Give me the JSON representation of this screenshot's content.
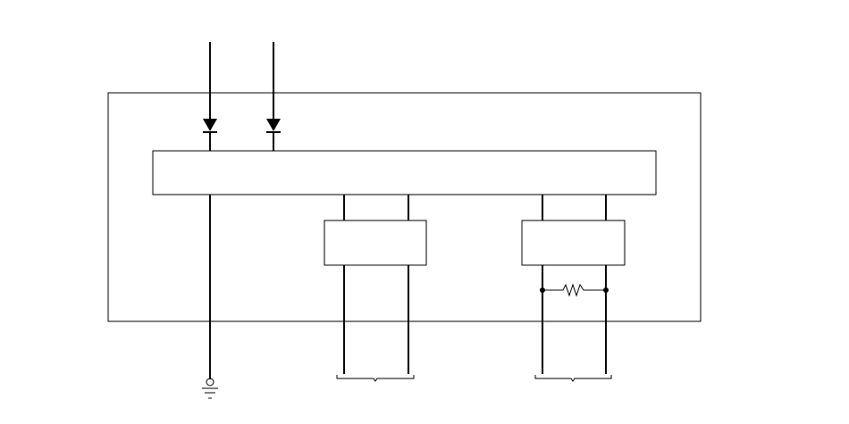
{
  "diagram": {
    "colors": {
      "stroke": "#000000",
      "background": "#ffffff"
    },
    "components": [
      {
        "name": "outer-enclosure",
        "kind": "box"
      },
      {
        "name": "control-bus",
        "kind": "box"
      },
      {
        "name": "module-left",
        "kind": "box"
      },
      {
        "name": "module-right",
        "kind": "box"
      },
      {
        "name": "diode-1-icon",
        "kind": "diode"
      },
      {
        "name": "diode-2-icon",
        "kind": "diode"
      },
      {
        "name": "resistor-icon",
        "kind": "resistor"
      },
      {
        "name": "ground-icon",
        "kind": "ground"
      },
      {
        "name": "output-brace-left",
        "kind": "brace"
      },
      {
        "name": "output-brace-right",
        "kind": "brace"
      }
    ]
  }
}
